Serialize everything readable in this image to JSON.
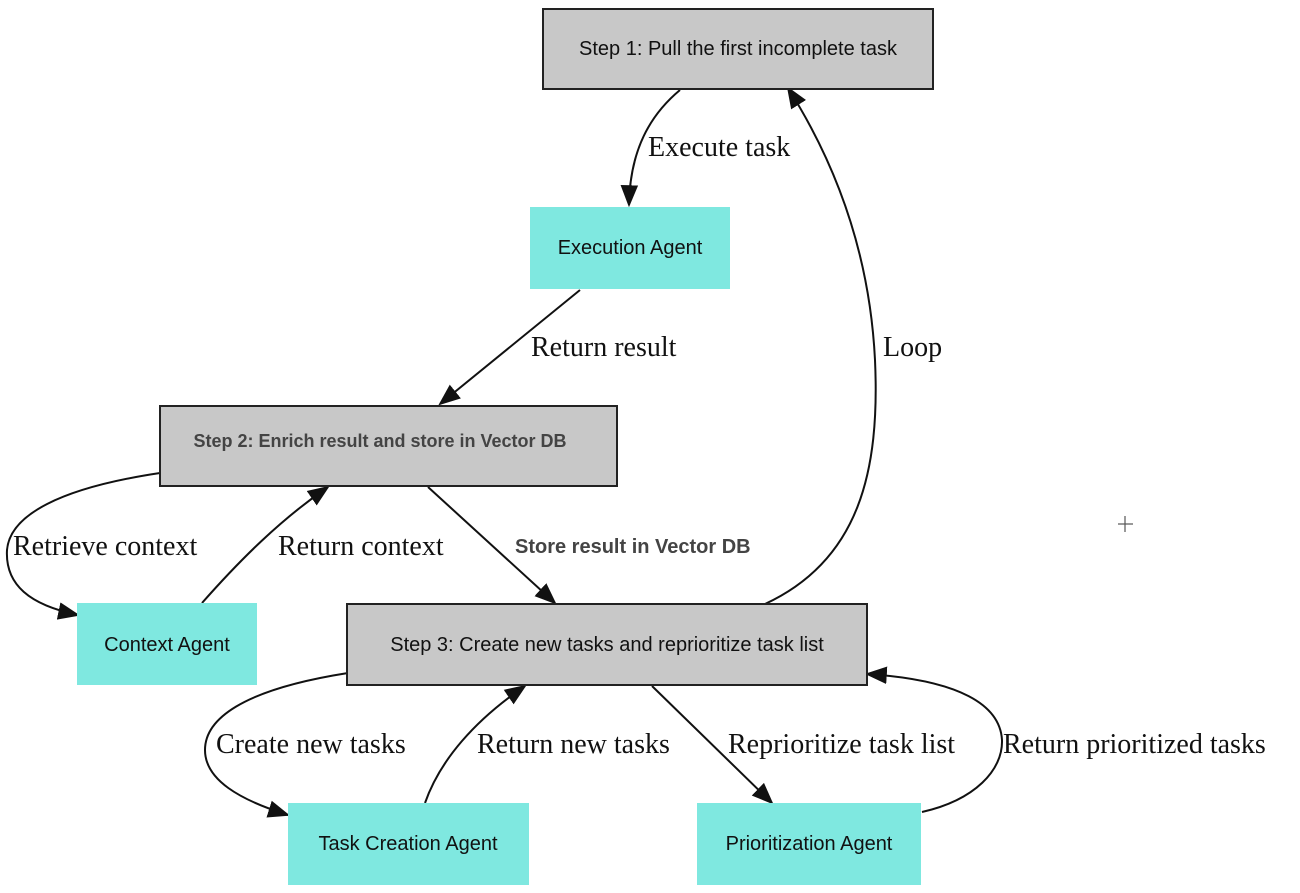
{
  "nodes": {
    "step1": "Step 1: Pull the first incomplete task",
    "execution_agent": "Execution Agent",
    "step2": "Step 2: Enrich result and store in Vector DB",
    "context_agent": "Context Agent",
    "step3": "Step 3: Create new tasks and reprioritize task list",
    "task_creation_agent": "Task Creation Agent",
    "prioritization_agent": "Prioritization Agent"
  },
  "edges": {
    "execute_task": "Execute task",
    "return_result": "Return result",
    "loop": "Loop",
    "retrieve_context": "Retrieve context",
    "return_context": "Return context",
    "store_result": "Store result in Vector DB",
    "create_new_tasks": "Create new tasks",
    "return_new_tasks": "Return new tasks",
    "reprioritize_task_list": "Reprioritize task list",
    "return_prioritized_tasks": "Return prioritized tasks"
  },
  "colors": {
    "step_fill": "#c8c8c8",
    "agent_fill": "#7fe8e0",
    "stroke": "#222222"
  }
}
